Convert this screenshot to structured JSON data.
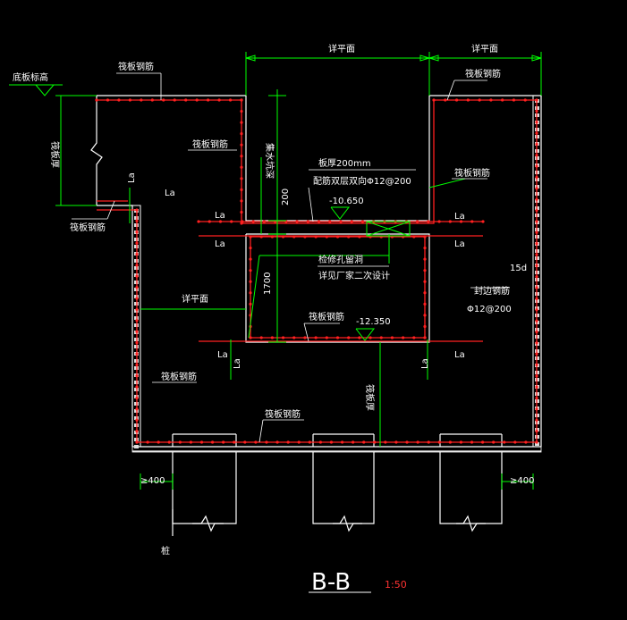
{
  "drawing": {
    "title": "B-B",
    "scale": "1:50",
    "colors": {
      "background": "#000000",
      "structure": "#ffffff",
      "rebar": "#ff2020",
      "dimension": "#00ff00",
      "annotation": "#ffffff",
      "scale_text": "#ff3333"
    }
  },
  "labels": {
    "slab_bottom_elev": "底板标高",
    "raft_rebar_1": "筏板钢筋",
    "raft_rebar_2": "筏板钢筋",
    "raft_rebar_3": "筏板钢筋",
    "raft_rebar_4": "筏板钢筋",
    "raft_rebar_5": "筏板钢筋",
    "raft_rebar_6": "筏板钢筋",
    "raft_rebar_7": "筏板钢筋",
    "raft_rebar_8": "筏板钢筋",
    "raft_thickness": "筏板厚",
    "well_depth": "集水坑深",
    "slab_thickness": "板厚200mm",
    "slab_rebar": "配筋双层双向Φ12@200",
    "elev_top": "-10.650",
    "elev_bottom": "-12.350",
    "repair_hole": "检修孔留洞",
    "vendor_design": "详见厂家二次设计",
    "see_plan_1": "详平面",
    "see_plan_2": "详平面",
    "see_plan_3": "详平面",
    "side_wall_rebar": "封边钢筋",
    "side_wall_spec": "Φ12@200",
    "lap_15d": "15d",
    "la": "La",
    "dim_200": "200",
    "dim_1700": "1700",
    "dim_400_left": "≥400",
    "dim_400_right": "≥400",
    "pile": "桩"
  }
}
